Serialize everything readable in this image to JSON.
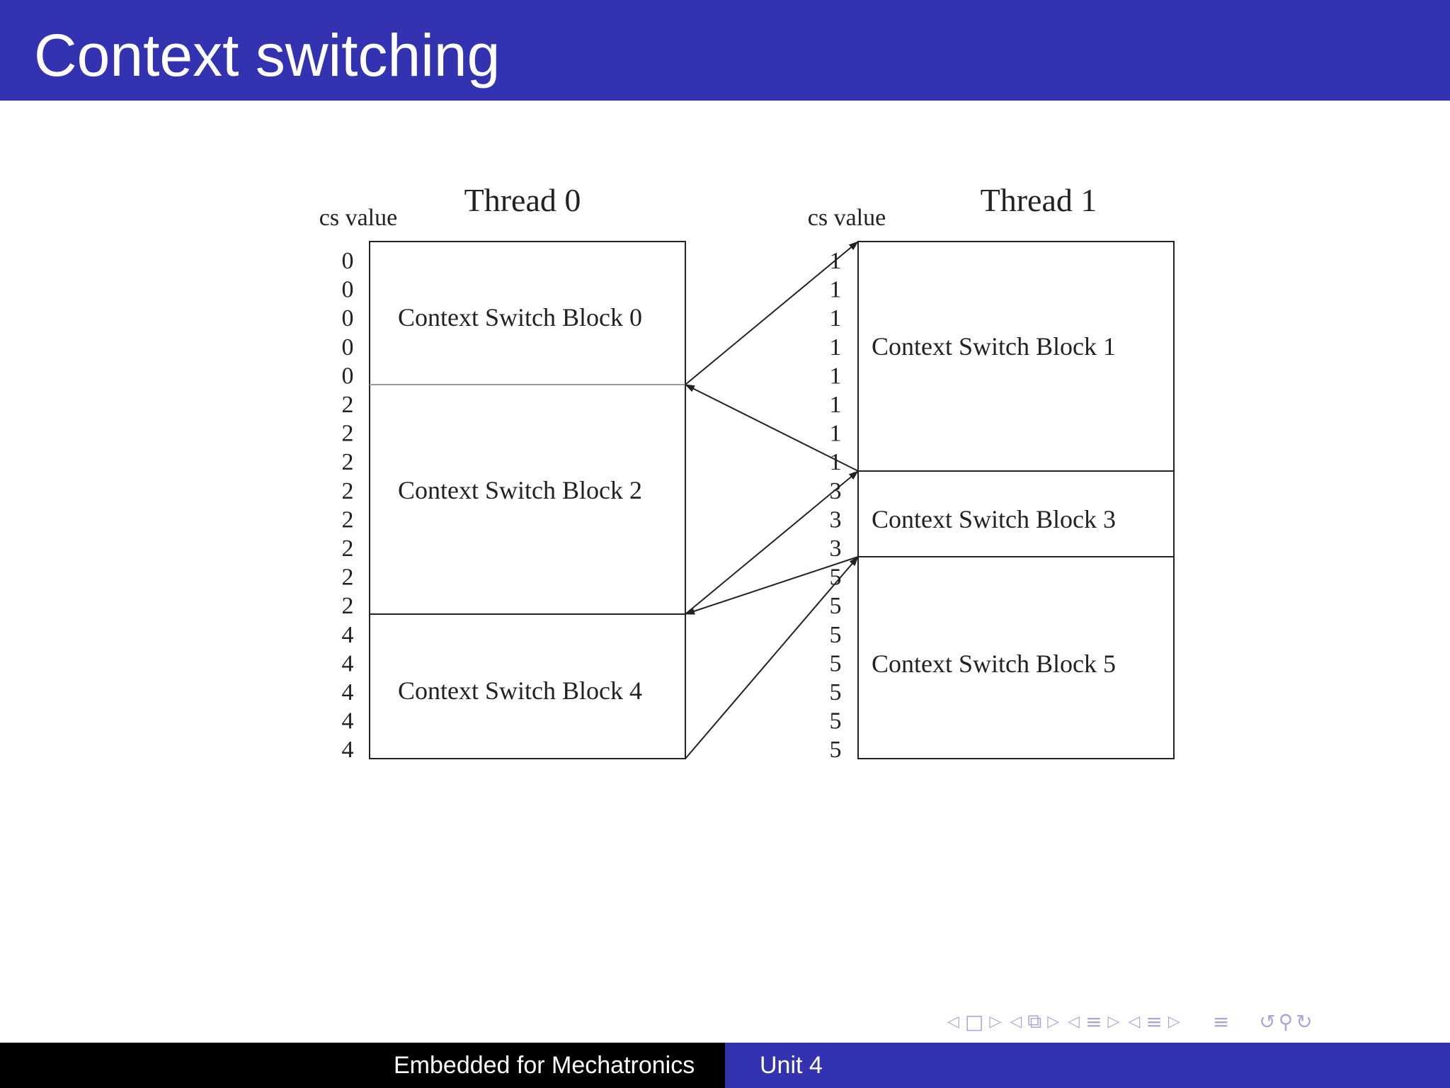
{
  "slide": {
    "title": "Context switching"
  },
  "diagram": {
    "threads": [
      {
        "name": "Thread 0",
        "cs_label": "cs value",
        "cs_values": [
          "0",
          "0",
          "0",
          "0",
          "0",
          "2",
          "2",
          "2",
          "2",
          "2",
          "2",
          "2",
          "2",
          "4",
          "4",
          "4",
          "4",
          "4"
        ],
        "blocks": [
          "Context Switch Block 0",
          "Context Switch Block 2",
          "Context Switch Block 4"
        ]
      },
      {
        "name": "Thread 1",
        "cs_label": "cs value",
        "cs_values": [
          "1",
          "1",
          "1",
          "1",
          "1",
          "1",
          "1",
          "1",
          "3",
          "3",
          "3",
          "5",
          "5",
          "5",
          "5",
          "5",
          "5",
          "5"
        ],
        "blocks": [
          "Context Switch Block 1",
          "Context Switch Block 3",
          "Context Switch Block 5"
        ]
      }
    ]
  },
  "nav": {
    "symbols": [
      "◁",
      "□",
      "▷",
      "◁",
      "⧉",
      "▷",
      "◁",
      "≡",
      "▷",
      "◁",
      "≡",
      "▷",
      "≡",
      "↺",
      "⚲",
      "↻"
    ]
  },
  "footer": {
    "left": "Embedded for Mechatronics",
    "right": "Unit 4"
  },
  "colors": {
    "bar": "#3333b2",
    "footer_dark": "#000000",
    "nav": "#a8a8d8",
    "diagram_ink": "#222222"
  }
}
